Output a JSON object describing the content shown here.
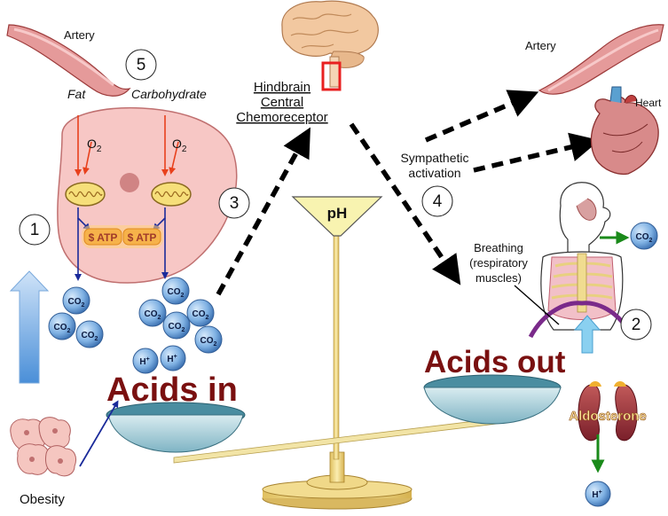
{
  "labels": {
    "artery_left": "Artery",
    "artery_right": "Artery",
    "heart": "Heart",
    "fat": "Fat",
    "carbohydrate": "Carbohydrate",
    "o2_left": "O",
    "o2_right": "O",
    "o2_sub": "2",
    "atp_left": "$ ATP",
    "atp_right": "$ ATP",
    "hindbrain_line1": "Hindbrain",
    "hindbrain_line2": "Central",
    "hindbrain_line3": "Chemoreceptor",
    "sympathetic_line1": "Sympathetic",
    "sympathetic_line2": "activation",
    "breathing_line1": "Breathing",
    "breathing_line2": "(respiratory",
    "breathing_line3": "muscles)",
    "ph": "pH",
    "acids_in": "Acids in",
    "acids_out": "Acids out",
    "aldosterone": "Aldosterone",
    "obesity": "Obesity",
    "co2": "CO",
    "co2_sub": "2",
    "h_plus": "H",
    "h_plus_sup": "+"
  },
  "steps": [
    "1",
    "2",
    "3",
    "4",
    "5"
  ]
}
